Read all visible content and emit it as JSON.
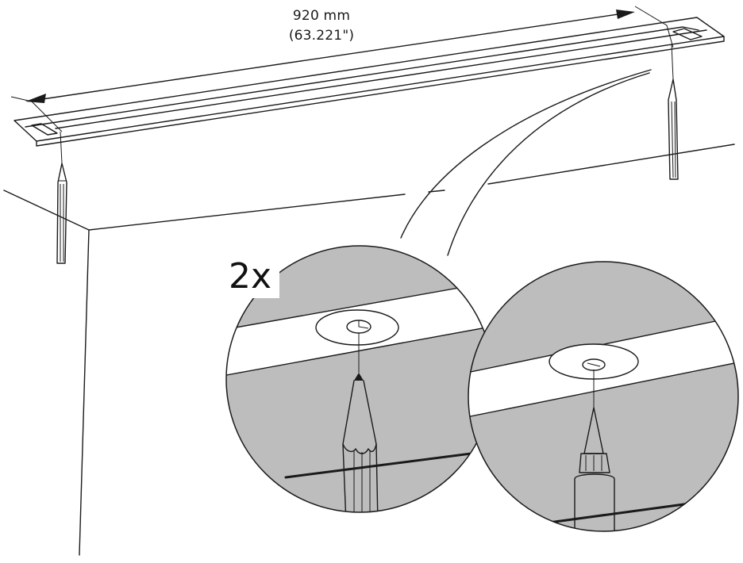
{
  "dimension": {
    "metric": "920 mm",
    "imperial": "(63.221\")"
  },
  "quantity_label": "2x",
  "colors": {
    "line": "#1a1a1a",
    "shade": "#bdbdbd",
    "background": "#ffffff"
  },
  "icons": [
    "pencil-icon",
    "screwdriver-icon"
  ]
}
